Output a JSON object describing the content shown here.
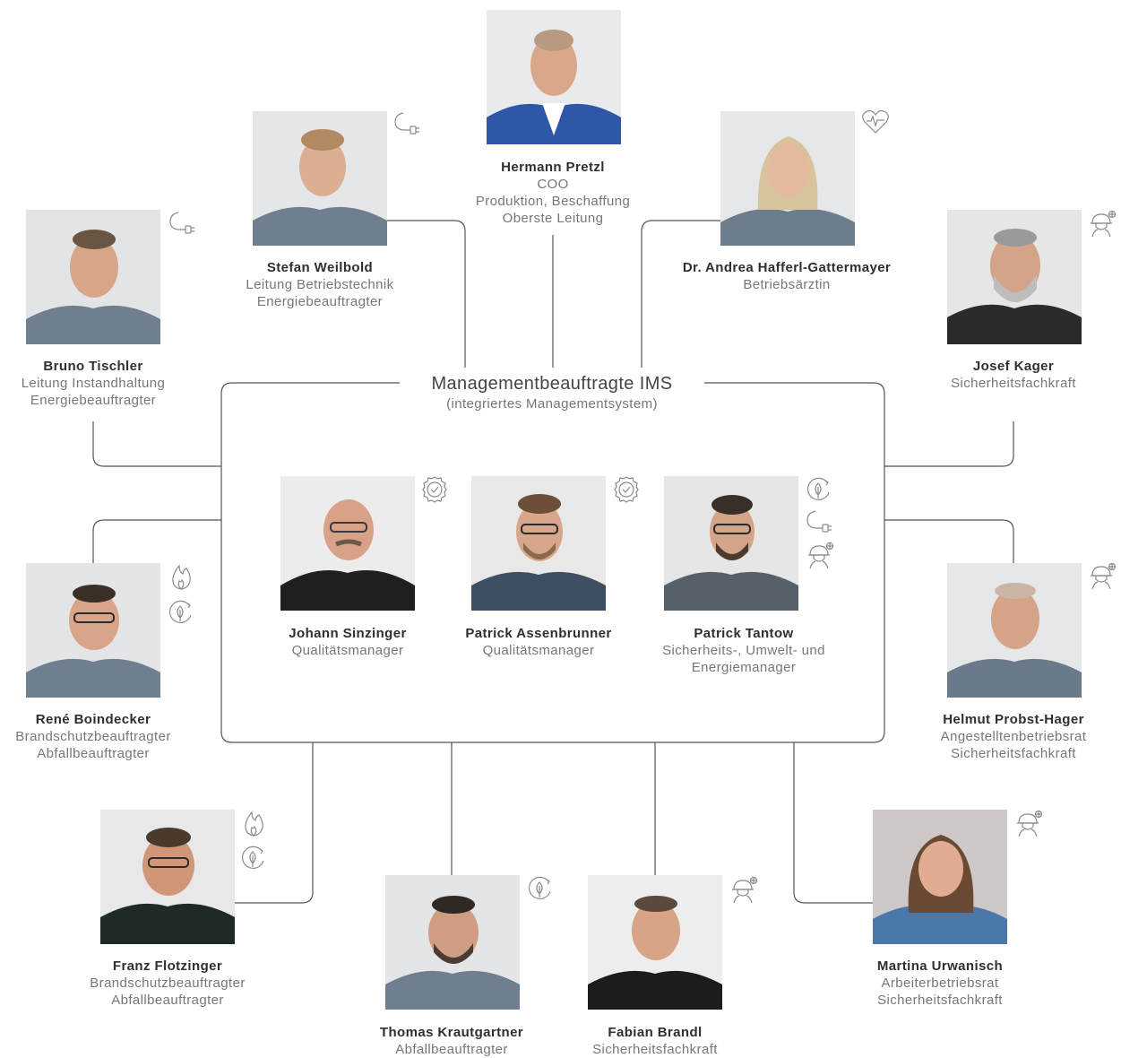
{
  "ims": {
    "title": "Managementbeauftragte IMS",
    "subtitle": "(integriertes Managementsystem)"
  },
  "people": {
    "pretzl": {
      "name": "Hermann Pretzl",
      "roles": [
        "COO",
        "Produktion, Beschaffung",
        "Oberste Leitung"
      ]
    },
    "weilbold": {
      "name": "Stefan Weilbold",
      "roles": [
        "Leitung Betriebstechnik",
        "Energiebeauftragter"
      ]
    },
    "hafferl": {
      "name": "Dr. Andrea Hafferl-Gattermayer",
      "roles": [
        "Betriebsärztin"
      ]
    },
    "tischler": {
      "name": "Bruno Tischler",
      "roles": [
        "Leitung Instandhaltung",
        "Energiebeauftragter"
      ]
    },
    "kager": {
      "name": "Josef Kager",
      "roles": [
        "Sicherheitsfachkraft"
      ]
    },
    "sinzinger": {
      "name": "Johann Sinzinger",
      "roles": [
        "Qualitätsmanager"
      ]
    },
    "assenbrunner": {
      "name": "Patrick Assenbrunner",
      "roles": [
        "Qualitätsmanager"
      ]
    },
    "tantow": {
      "name": "Patrick Tantow",
      "roles": [
        "Sicherheits-, Umwelt- und",
        "Energiemanager"
      ]
    },
    "boindecker": {
      "name": "René Boindecker",
      "roles": [
        "Brandschutzbeauftragter",
        "Abfallbeauftragter"
      ]
    },
    "probst": {
      "name": "Helmut Probst-Hager",
      "roles": [
        "Angestelltenbetriebsrat",
        "Sicherheitsfachkraft"
      ]
    },
    "flotzinger": {
      "name": "Franz Flotzinger",
      "roles": [
        "Brandschutzbeauftragter",
        "Abfallbeauftragter"
      ]
    },
    "krautgartner": {
      "name": "Thomas Krautgartner",
      "roles": [
        "Abfallbeauftragter"
      ]
    },
    "brandl": {
      "name": "Fabian Brandl",
      "roles": [
        "Sicherheitsfachkraft"
      ]
    },
    "urwanisch": {
      "name": "Martina Urwanisch",
      "roles": [
        "Arbeiterbetriebsrat",
        "Sicherheitsfachkraft"
      ]
    }
  },
  "icons": {
    "weilbold": [
      "plug-icon"
    ],
    "hafferl": [
      "heart-icon"
    ],
    "tischler": [
      "plug-icon"
    ],
    "kager": [
      "safety-helmet-icon"
    ],
    "sinzinger": [
      "quality-seal-icon"
    ],
    "assenbrunner": [
      "quality-seal-icon"
    ],
    "tantow": [
      "recycle-leaf-icon",
      "plug-icon",
      "safety-helmet-icon"
    ],
    "boindecker": [
      "flame-icon",
      "recycle-leaf-icon"
    ],
    "probst": [
      "safety-helmet-icon"
    ],
    "flotzinger": [
      "flame-icon",
      "recycle-leaf-icon"
    ],
    "krautgartner": [
      "recycle-leaf-icon"
    ],
    "brandl": [
      "safety-helmet-icon"
    ],
    "urwanisch": [
      "safety-helmet-icon"
    ]
  },
  "colors": {
    "line": "#555555",
    "icon": "#8a8a8a",
    "name": "#2f2f2f",
    "role": "#777777"
  }
}
